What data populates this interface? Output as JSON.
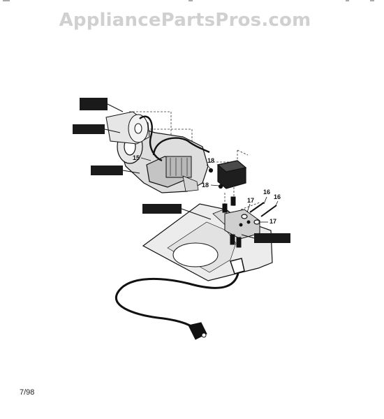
{
  "watermark": {
    "text": "AppliancePartsPros.com"
  },
  "callouts": {
    "c15": "15",
    "c16a": "16",
    "c16b": "16",
    "c17a": "17",
    "c17b": "17",
    "c18a": "18",
    "c18b": "18"
  },
  "footer": {
    "date_code": "7/98"
  },
  "colors": {
    "ink": "#111111",
    "label_box": "#1a1a1a",
    "watermark": "#d0d0d0"
  }
}
